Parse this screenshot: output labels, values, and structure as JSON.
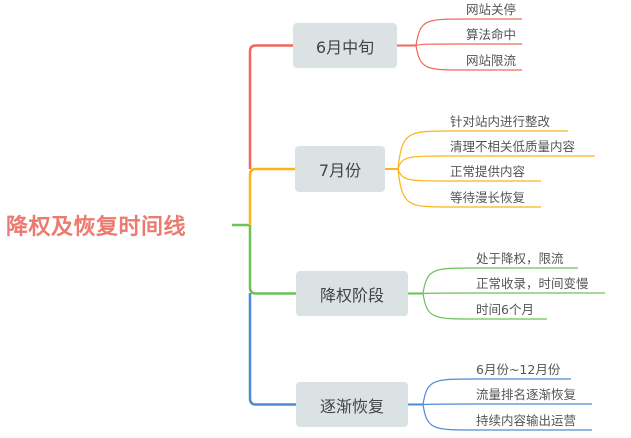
{
  "root": {
    "label": "降权及恢复时间线",
    "color": "#ec7a70"
  },
  "branches": [
    {
      "label": "6月中旬",
      "color": "#f2675a",
      "leaves": [
        "网站关停",
        "算法命中",
        "网站限流"
      ]
    },
    {
      "label": "7月份",
      "color": "#fbb518",
      "leaves": [
        "针对站内进行整改",
        "清理不相关低质量内容",
        "正常提供内容",
        "等待漫长恢复"
      ]
    },
    {
      "label": "降权阶段",
      "color": "#6cc158",
      "leaves": [
        "处于降权，限流",
        "正常收录，时间变慢",
        "时间6个月"
      ]
    },
    {
      "label": "逐渐恢复",
      "color": "#4e8ad8",
      "leaves": [
        "6月份~12月份",
        "流量排名逐渐恢复",
        "持续内容输出运营"
      ]
    }
  ]
}
